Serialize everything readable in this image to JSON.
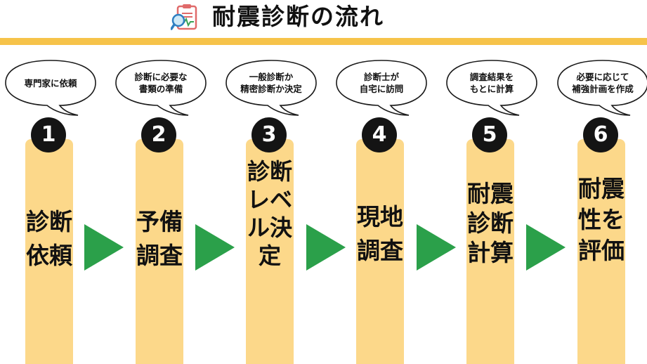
{
  "title": "耐震診断の流れ",
  "icons": {
    "title_icon": "clipboard-magnifier-icon",
    "connector": "triangle-arrow-icon"
  },
  "colors": {
    "accent_band": "#f6c34a",
    "column": "#fcd88a",
    "arrow": "#2ba04a",
    "badge": "#141414"
  },
  "steps": [
    {
      "number": "1",
      "bubble": "専門家に依頼",
      "label": "診断依頼"
    },
    {
      "number": "2",
      "bubble": "診断に必要な\n書類の準備",
      "label": "予備調査"
    },
    {
      "number": "3",
      "bubble": "一般診断か\n精密診断か決定",
      "label": "診断レベル決定"
    },
    {
      "number": "4",
      "bubble": "診断士が\n自宅に訪問",
      "label": "現地調査"
    },
    {
      "number": "5",
      "bubble": "調査結果を\nもとに計算",
      "label": "耐震診断計算"
    },
    {
      "number": "6",
      "bubble": "必要に応じて\n補強計画を作成",
      "label": "耐震性を評価"
    }
  ]
}
